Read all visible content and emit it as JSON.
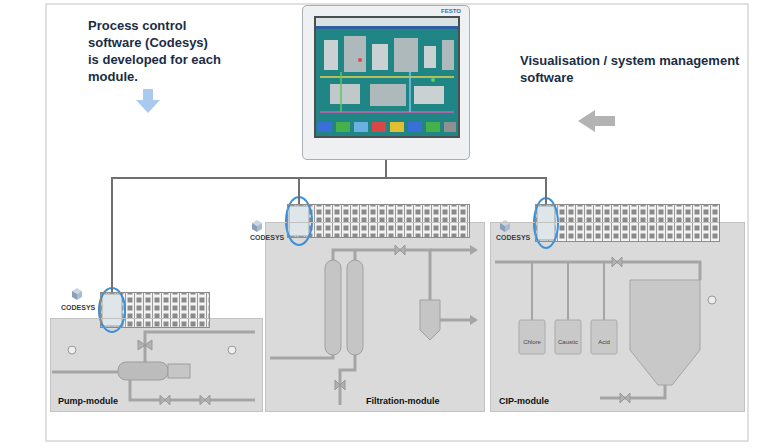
{
  "diagram": {
    "nodes": [
      {
        "text": [
          "FESTO"
        ]
      },
      {
        "text": [
          "Pump-module"
        ]
      },
      {
        "text": [
          "CODESYS"
        ],
        "in": 1
      },
      {
        "text": [
          "Filtration-module"
        ]
      },
      {
        "text": [
          "CODESYS"
        ],
        "in": 3
      },
      {
        "text": [
          "CIP-module"
        ]
      },
      {
        "text": [
          "CODESYS"
        ],
        "in": 5
      }
    ],
    "edges": [
      {
        "from": 0,
        "to": 2,
        "arrow": "none"
      },
      {
        "from": 0,
        "to": 4,
        "arrow": "none"
      },
      {
        "from": 0,
        "to": 6,
        "arrow": "none"
      }
    ],
    "labels": [
      "Process control software (Codesys) is developed for each module.",
      "Visualisation / system management software",
      "Chlore",
      "Caustic",
      "Acid"
    ]
  }
}
